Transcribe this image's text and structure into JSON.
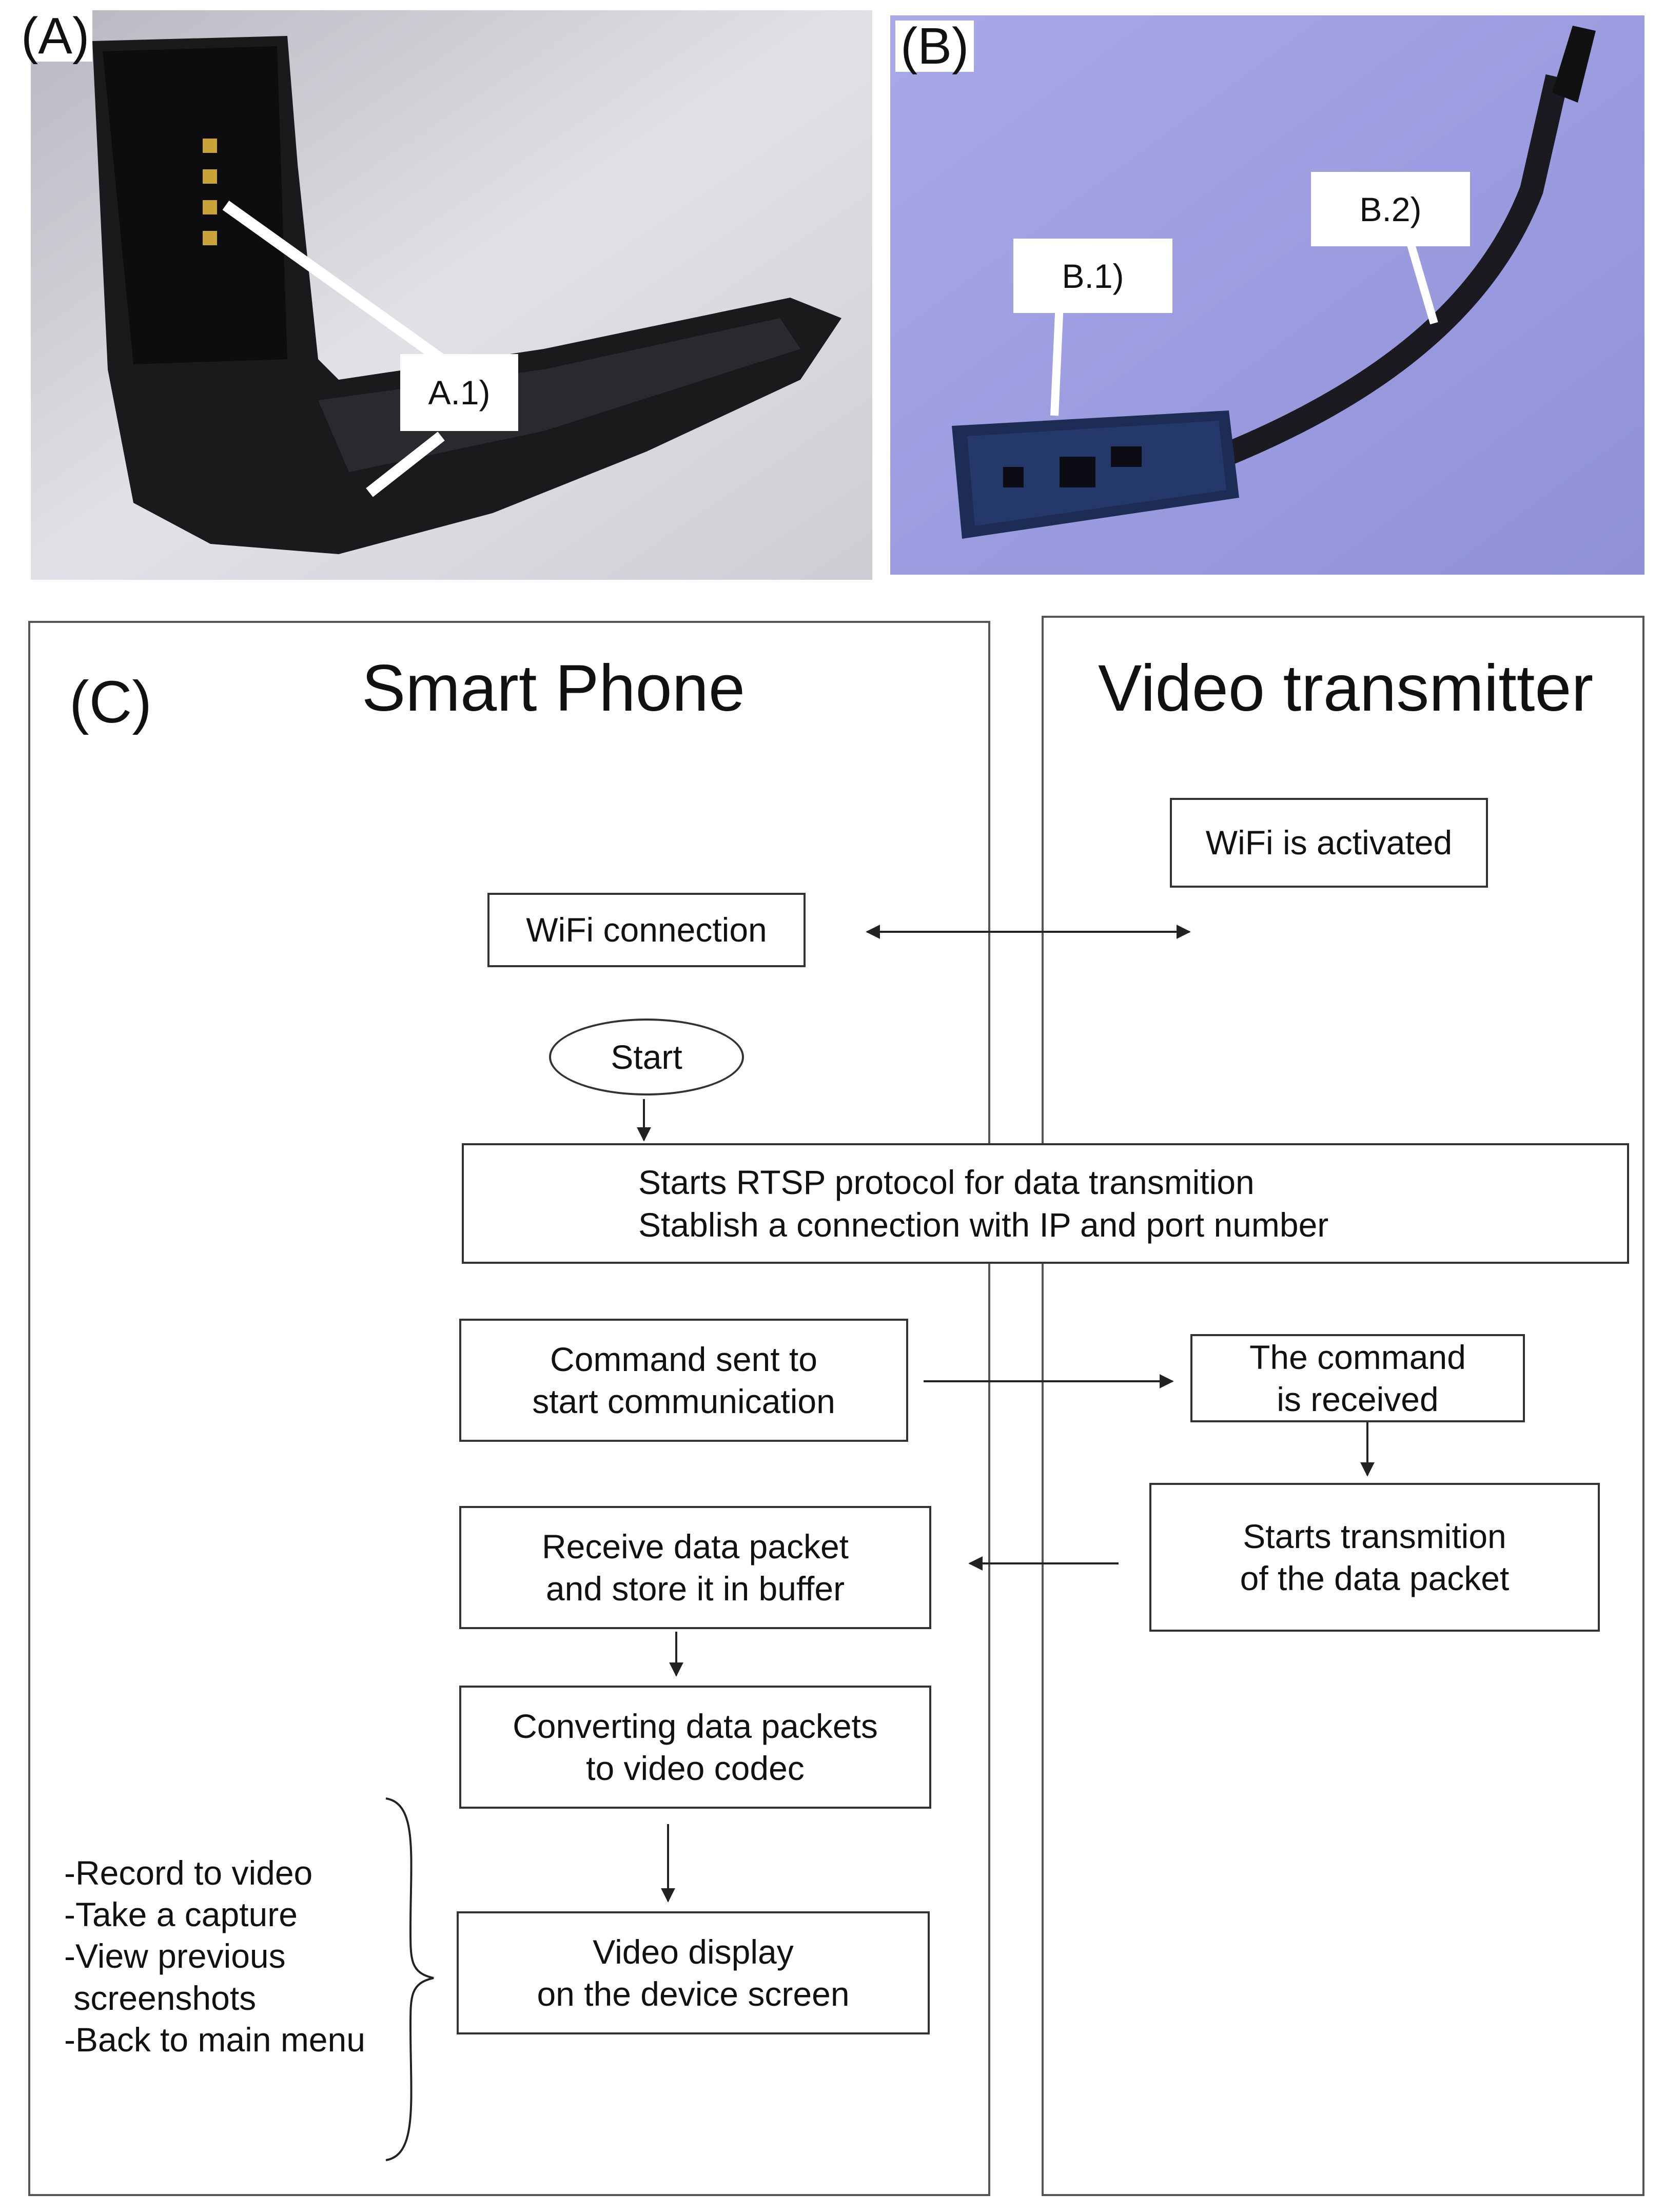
{
  "panels": {
    "a": {
      "label": "(A)",
      "callout": "A.1)"
    },
    "b": {
      "label": "(B)",
      "callout_1": "B.1)",
      "callout_2": "B.2)"
    },
    "c": {
      "label": "(C)"
    }
  },
  "lanes": {
    "phone": {
      "title": "Smart Phone"
    },
    "transmitter": {
      "title": "Video transmitter"
    }
  },
  "flow": {
    "wifi_activated": "WiFi is activated",
    "wifi_connection": "WiFi connection",
    "start": "Start",
    "rtsp_line1": "Starts RTSP protocol for data transmition",
    "rtsp_line2": "Stablish a connection with IP and port number",
    "command_sent": "Command sent to\nstart communication",
    "command_received": "The command\nis received",
    "starts_transmition": "Starts transmition\nof the data packet",
    "receive_packet": "Receive data packet\nand store it in buffer",
    "converting": "Converting data packets\nto video codec",
    "video_display": "Video display\non the device screen"
  },
  "options": [
    "-Record to video",
    "-Take a capture",
    "-View previous",
    " screenshots",
    "-Back to main menu"
  ]
}
